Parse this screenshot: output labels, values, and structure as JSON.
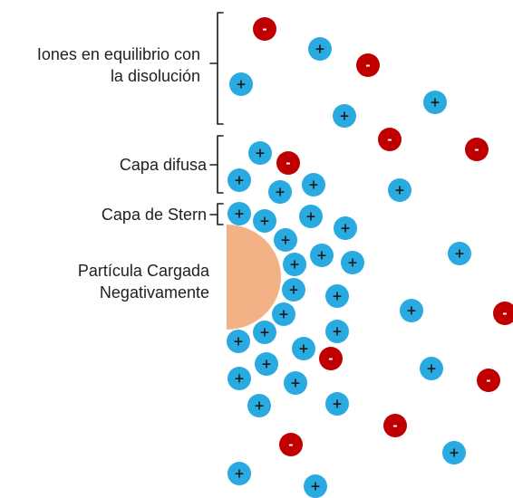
{
  "labels": {
    "ions_equilibrium_line1": "Iones en equilibrio con",
    "ions_equilibrium_line2": "la disolución",
    "diffuse_layer": "Capa difusa",
    "stern_layer": "Capa de Stern",
    "particle_line1": "Partícula Cargada",
    "particle_line2": "Negativamente"
  },
  "colors": {
    "cation": "#29aae1",
    "anion": "#c00000",
    "particle": "#f2b285",
    "bracket": "#1a1a1a",
    "ion_text_cation": "#1a1a1a",
    "ion_text_anion": "#ffffff"
  },
  "ion_symbols": {
    "cation": "+",
    "anion": "-"
  }
}
